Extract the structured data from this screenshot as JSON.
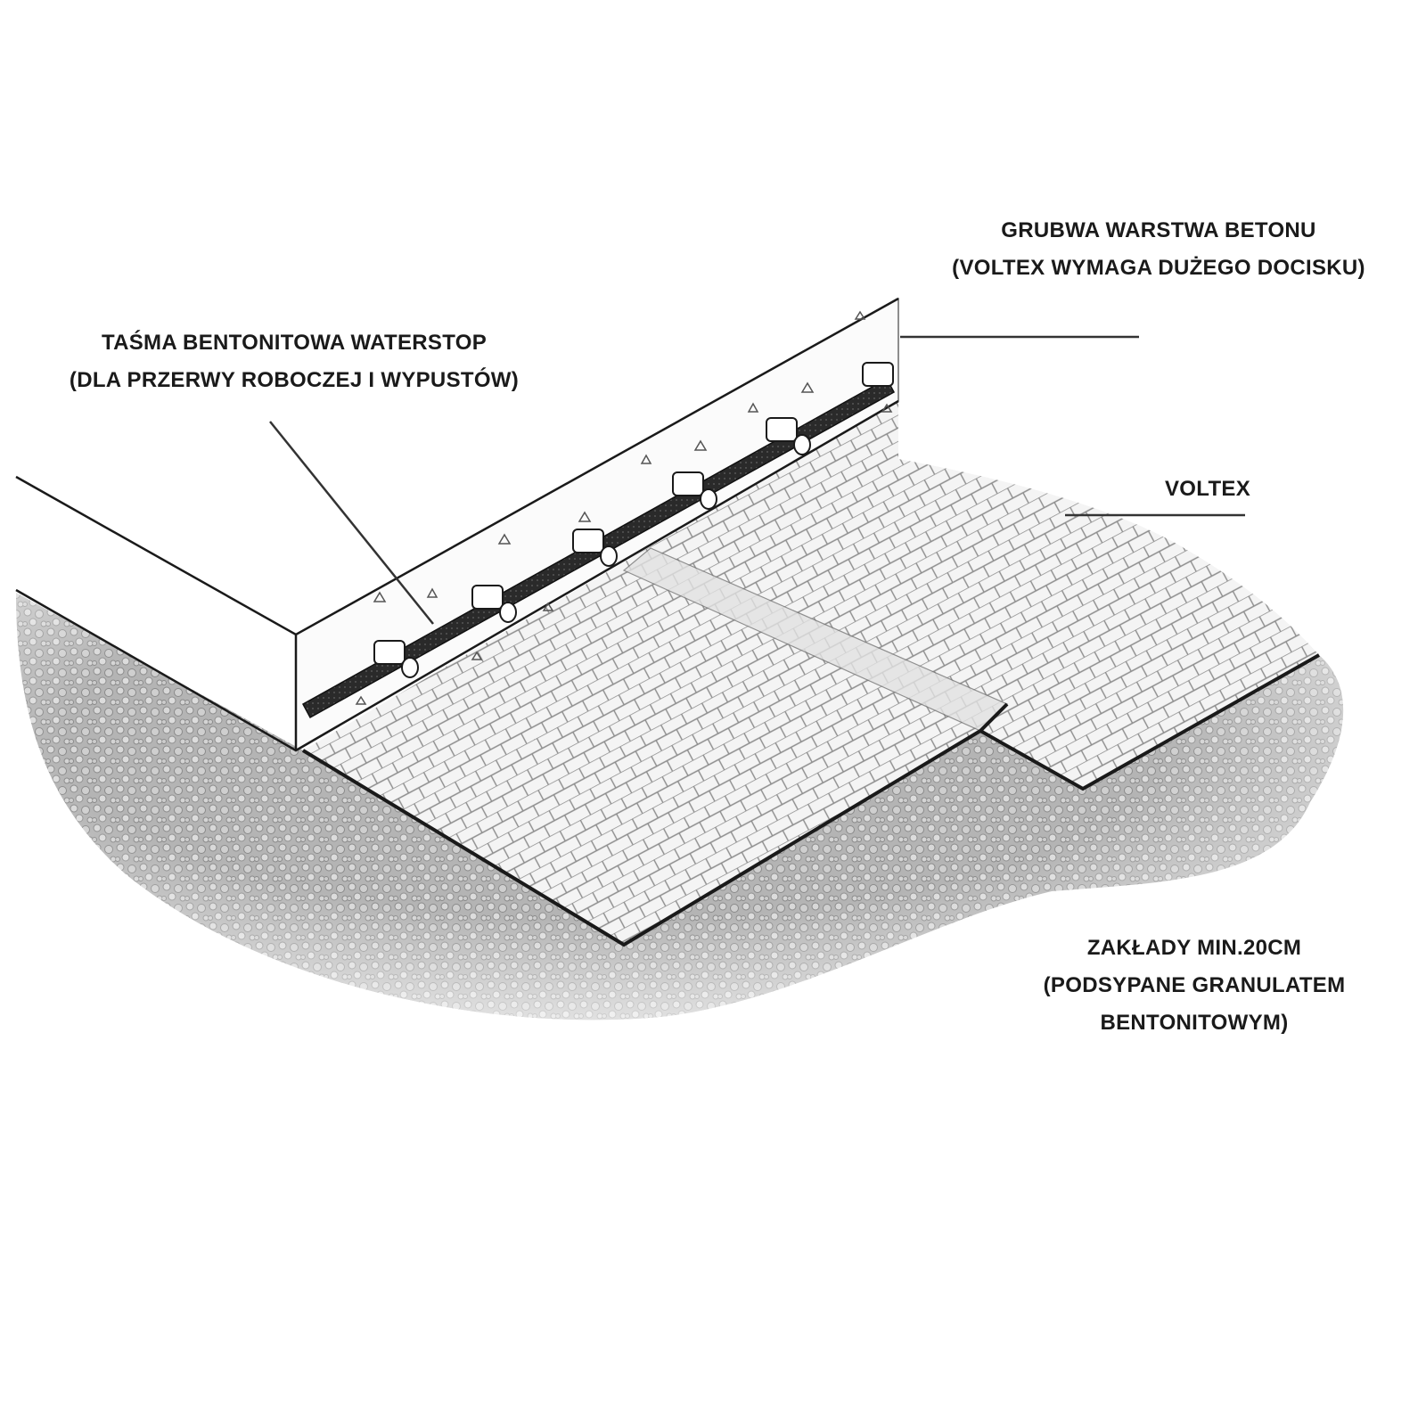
{
  "labels": {
    "concrete": {
      "line1": "GRUBWA WARSTWA BETONU",
      "line2": "(VOLTEX WYMAGA DUŻEGO DOCISKU)"
    },
    "waterstop": {
      "line1": "TAŚMA BENTONITOWA WATERSTOP",
      "line2": "(DLA PRZERWY ROBOCZEJ I WYPUSTÓW)"
    },
    "voltex": {
      "line1": "VOLTEX"
    },
    "overlaps": {
      "line1": "ZAKŁADY MIN.20CM",
      "line2": "(PODSYPANE GRANULATEM",
      "line3": "BENTONITOWYM)"
    }
  },
  "colors": {
    "ink": "#1a1a1a",
    "line": "#333333",
    "gravel": "#9a9a9a",
    "gravel_light": "#c8c8c8",
    "membrane_grid": "#8c8c8c",
    "waterstop_strip": "#222222"
  }
}
